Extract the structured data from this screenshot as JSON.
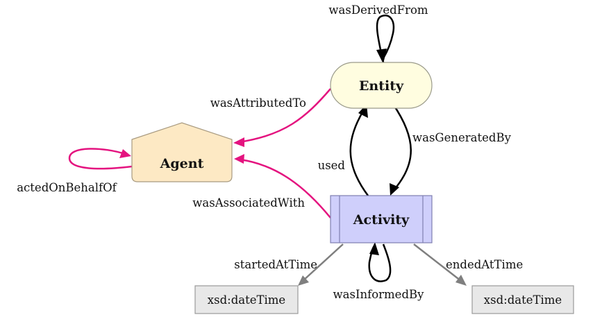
{
  "nodes": {
    "entity": {
      "label": "Entity",
      "fill": "#fffde0",
      "stroke": "#9a9a8a"
    },
    "agent": {
      "label": "Agent",
      "fill": "#fde9c4",
      "stroke": "#a89a80"
    },
    "activity": {
      "label": "Activity",
      "fill": "#cfcffb",
      "stroke": "#7f7fb0"
    },
    "start_time": {
      "label": "xsd:dateTime",
      "fill": "#e8e8e8",
      "stroke": "#9a9a9a"
    },
    "end_time": {
      "label": "xsd:dateTime",
      "fill": "#e8e8e8",
      "stroke": "#9a9a9a"
    }
  },
  "edges": {
    "was_derived_from": {
      "label": "wasDerivedFrom",
      "color": "#000000"
    },
    "was_attributed_to": {
      "label": "wasAttributedTo",
      "color": "#e4137f"
    },
    "was_generated_by": {
      "label": "wasGeneratedBy",
      "color": "#000000"
    },
    "used": {
      "label": "used",
      "color": "#000000"
    },
    "acted_on_behalf_of": {
      "label": "actedOnBehalfOf",
      "color": "#e4137f"
    },
    "was_associated_with": {
      "label": "wasAssociatedWith",
      "color": "#e4137f"
    },
    "started_at_time": {
      "label": "startedAtTime",
      "color": "#7f7f7f"
    },
    "ended_at_time": {
      "label": "endedAtTime",
      "color": "#7f7f7f"
    },
    "was_informed_by": {
      "label": "wasInformedBy",
      "color": "#000000"
    }
  }
}
